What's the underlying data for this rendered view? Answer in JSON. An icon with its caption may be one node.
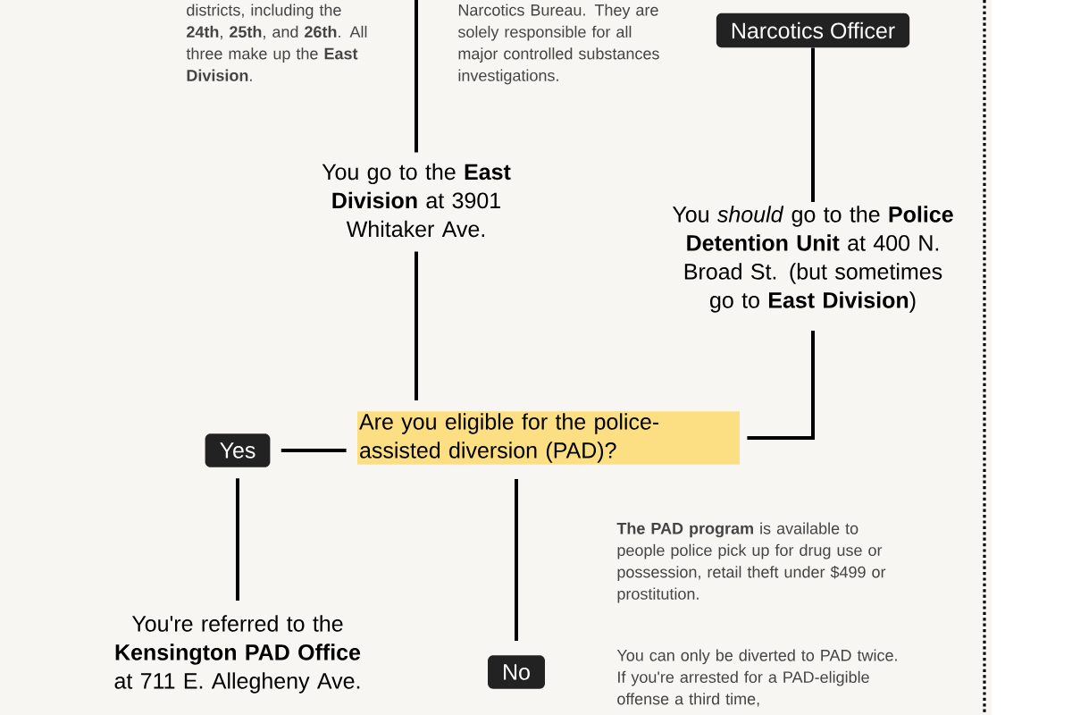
{
  "diagram": {
    "nodes": [
      {
        "text": [
          "Narcotics Officer"
        ]
      },
      {
        "text": [
          "You *should* go to the **Police Detention Unit** at 400 N. Broad St. (but sometimes go to **East Division**)"
        ]
      },
      {
        "text": [
          "You go to the **East Division** at 3901 Whitaker Ave."
        ]
      },
      {
        "text": [
          "Are you eligible for the police-assisted diversion (PAD)?"
        ]
      },
      {
        "text": [
          "Yes"
        ]
      },
      {
        "text": [
          "You're referred to the **Kensington PAD Office** at 711 E. Allegheny Ave."
        ]
      },
      {
        "text": [
          "No"
        ]
      }
    ],
    "edges": [
      {
        "from": 0,
        "to": 1,
        "arrow": "none"
      },
      {
        "from": null,
        "to": 2,
        "arrow": "none"
      },
      {
        "from": 2,
        "to": 3,
        "arrow": "none"
      },
      {
        "from": 1,
        "to": 3,
        "arrow": "none"
      },
      {
        "from": 3,
        "to": 4,
        "arrow": "none"
      },
      {
        "from": 4,
        "to": 5,
        "arrow": "none"
      },
      {
        "from": 3,
        "to": 6,
        "arrow": "none"
      }
    ],
    "labels": [
      "districts, including the **24th**, **25th**, and **26th**. All three make up the **East Division**.",
      "Narcotics Bureau. They are solely responsible for all major controlled substances investigations.",
      "**The PAD program** is available to people police pick up for drug use or possession, retail theft under $499 or prostitution.",
      "You can only be diverted to PAD twice. If you're arrested for a PAD-eligible offense a third time,"
    ]
  }
}
